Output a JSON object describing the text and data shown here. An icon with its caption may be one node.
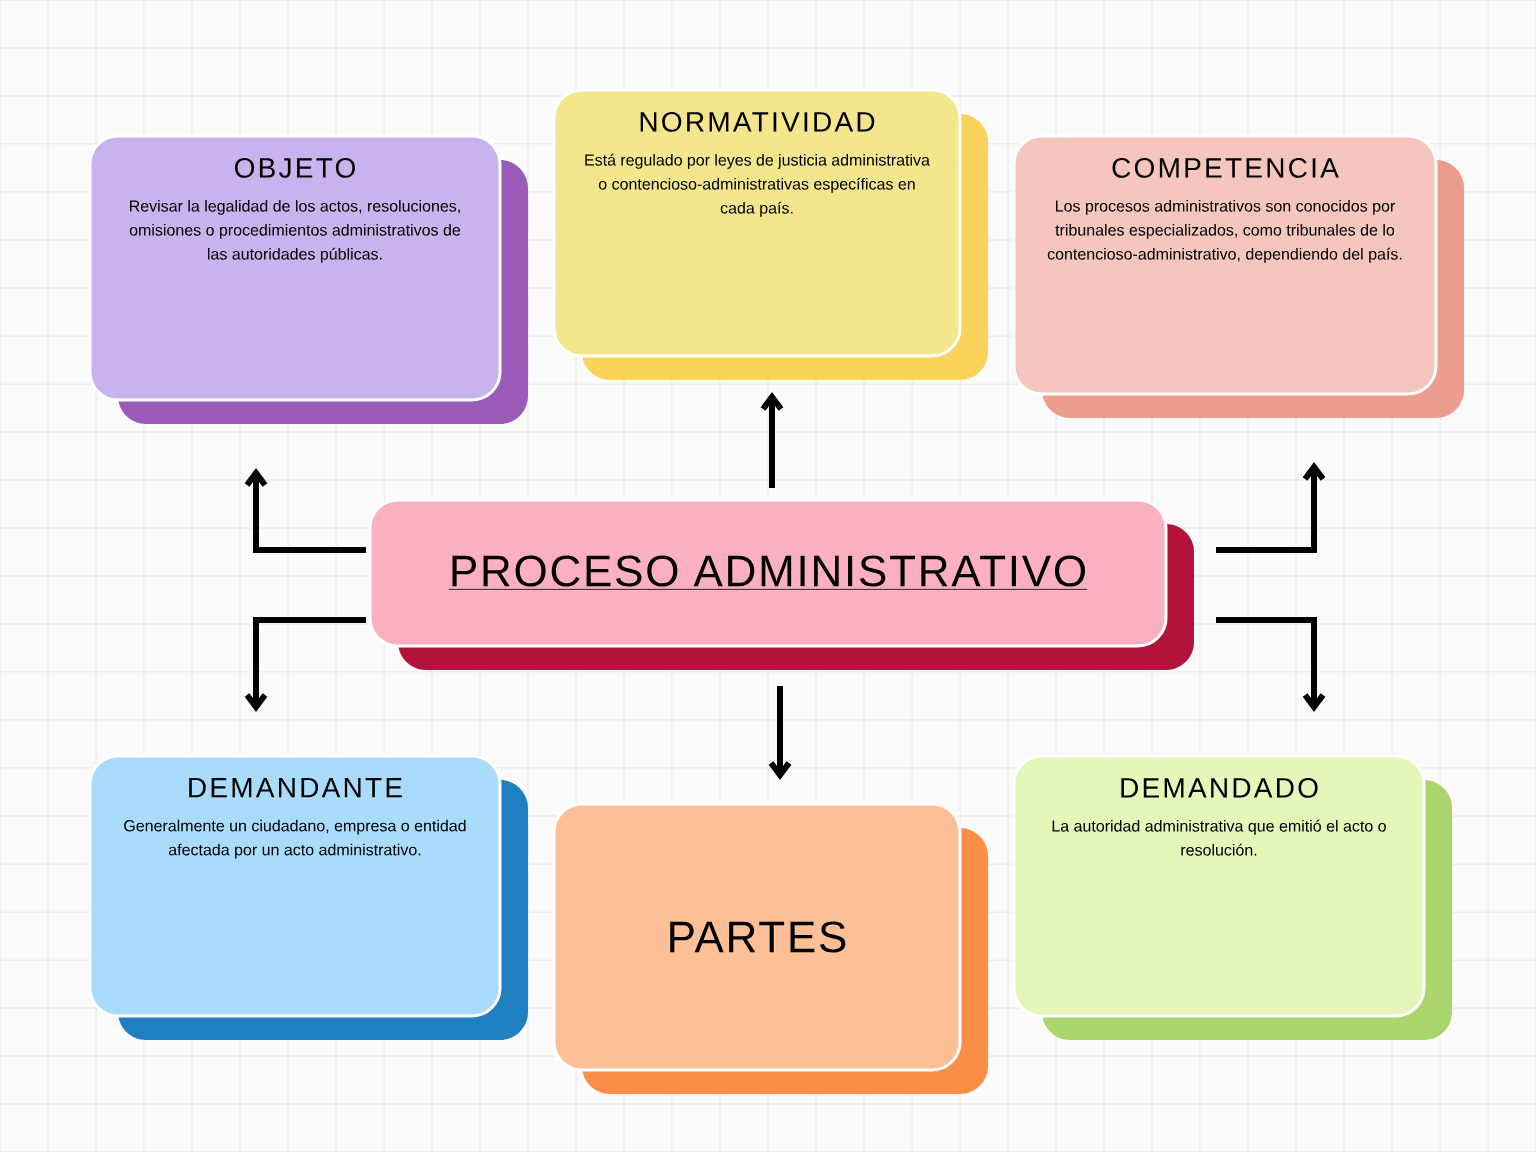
{
  "diagram": {
    "nodes": [
      {
        "text": [
          "PROCESO ADMINISTRATIVO"
        ]
      },
      {
        "text": [
          "OBJETO",
          "Revisar la legalidad de los actos, resoluciones, omisiones o procedimientos administrativos de las autoridades públicas."
        ]
      },
      {
        "text": [
          "NORMATIVIDAD",
          "Está regulado por leyes de justicia administrativa o contencioso-administrativas específicas en cada país."
        ]
      },
      {
        "text": [
          "COMPETENCIA",
          "Los procesos administrativos son conocidos por tribunales especializados, como tribunales de lo contencioso-administrativo, dependiendo del país."
        ]
      },
      {
        "text": [
          "DEMANDANTE",
          "Generalmente un ciudadano, empresa o entidad afectada por un acto administrativo."
        ]
      },
      {
        "text": [
          "PARTES"
        ]
      },
      {
        "text": [
          "DEMANDADO",
          "La autoridad administrativa que emitió el acto o resolución."
        ]
      }
    ],
    "edges": [
      {
        "from": 0,
        "to": 1,
        "arrow": "to"
      },
      {
        "from": 0,
        "to": 2,
        "arrow": "to"
      },
      {
        "from": 0,
        "to": 3,
        "arrow": "to"
      },
      {
        "from": 0,
        "to": 4,
        "arrow": "to"
      },
      {
        "from": 0,
        "to": 5,
        "arrow": "to"
      },
      {
        "from": 0,
        "to": 6,
        "arrow": "to"
      }
    ]
  }
}
